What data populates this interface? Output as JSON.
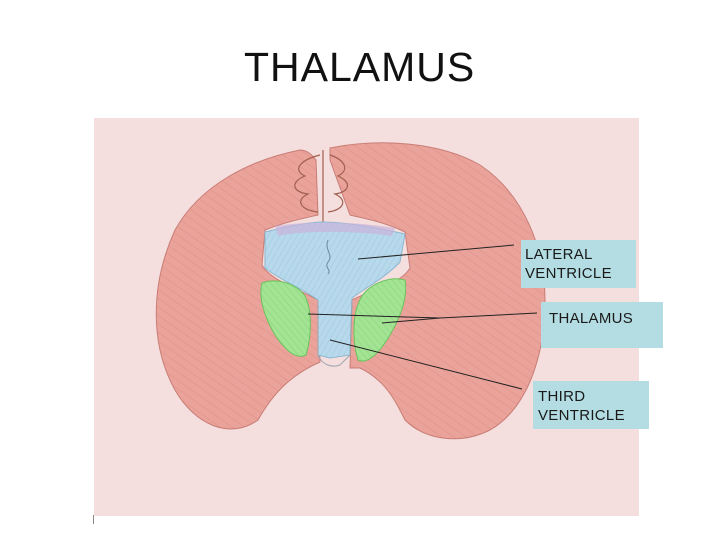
{
  "title": "THALAMUS",
  "labels": {
    "lateral_ventricle": [
      "LATERAL",
      "VENTRICLE"
    ],
    "thalamus": "THALAMUS",
    "third_ventricle": [
      "THIRD",
      "VENTRICLE"
    ]
  },
  "colors": {
    "paper": "#f4dcdc",
    "cortex": "#e9a39a",
    "ventricle": "#a9d4e8",
    "thalamus": "#9be08c",
    "label_bg": "#b3dde2"
  }
}
